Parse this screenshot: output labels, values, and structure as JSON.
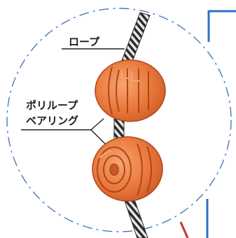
{
  "labels": {
    "rope": "ロープ",
    "bearing_line1": "ポリループ",
    "bearing_line2": "ベアリング"
  },
  "colors": {
    "background": "#ffffff",
    "circle_outline": "#4a78b8",
    "frame_line": "#2e6fc6",
    "bearing_fill": "#e9773a",
    "bearing_ring": "#b0451b",
    "bearing_highlight": "#f6a470",
    "rope_dark": "#2b2b2b",
    "rope_light": "#e8e8e8",
    "accent_red": "#c0392b",
    "label_line": "#222222"
  },
  "icons": {
    "rope": "twisted-wire-rope",
    "bearing": "pulley-bearing"
  }
}
